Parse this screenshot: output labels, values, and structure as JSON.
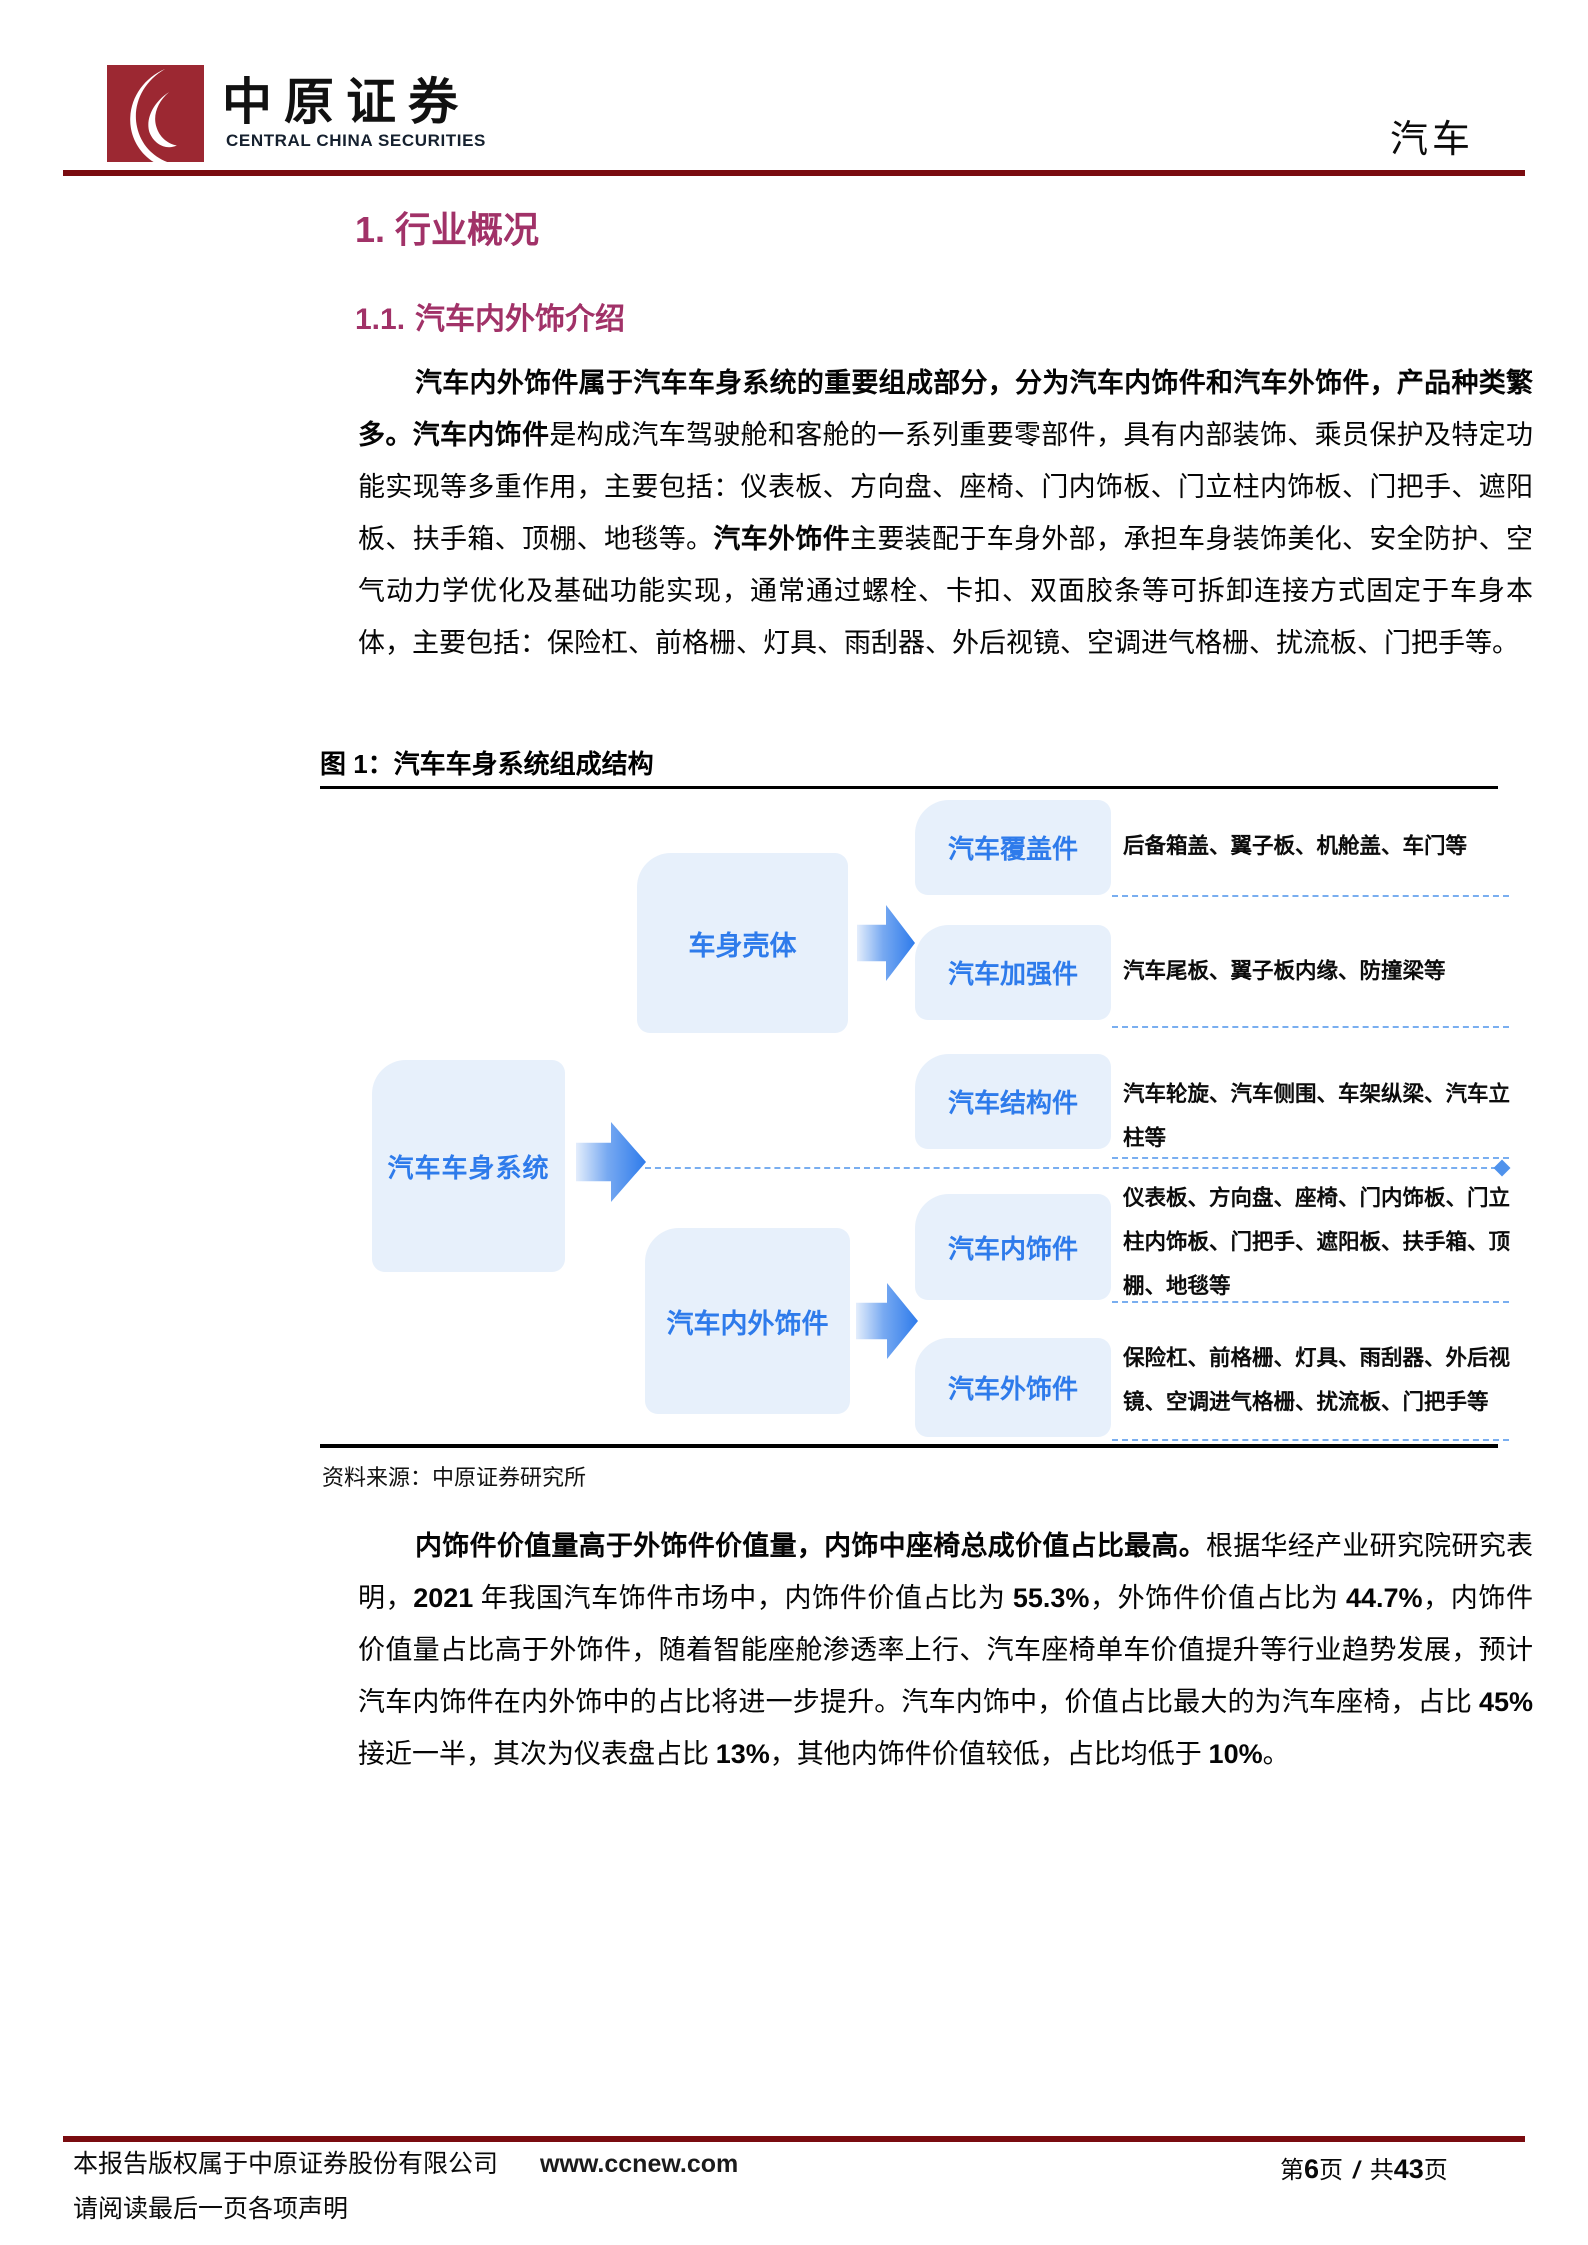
{
  "header": {
    "brand_cn": "中原证券",
    "brand_en": "CENTRAL CHINA SECURITIES",
    "sector": "汽车",
    "logo_color": "#9c2832",
    "rule_color": "#7a0c10"
  },
  "headings": {
    "h1_num": "1.",
    "h1_text": "行业概况",
    "h2_num": "1.1.",
    "h2_text": "汽车内外饰介绍",
    "accent_color": "#a13268"
  },
  "para1": {
    "s1_bold": "汽车内外饰件属于汽车车身系统的重要组成部分，分为汽车内饰件和汽车外饰件，产品种类繁多。",
    "s2_bold": "汽车内饰件",
    "s3": "是构成汽车驾驶舱和客舱的一系列重要零部件，具有内部装饰、乘员保护及特定功能实现等多重作用，主要包括：仪表板、方向盘、座椅、门内饰板、门立柱内饰板、门把手、遮阳板、扶手箱、顶棚、地毯等。",
    "s4_bold": "汽车外饰件",
    "s5": "主要装配于车身外部，承担车身装饰美化、安全防护、空气动力学优化及基础功能实现，通常通过螺栓、卡扣、双面胶条等可拆卸连接方式固定于车身本体，主要包括：保险杠、前格栅、灯具、雨刮器、外后视镜、空调进气格栅、扰流板、门把手等。"
  },
  "figure": {
    "caption": "图 1：汽车车身系统组成结构",
    "source": "资料来源：中原证券研究所",
    "root": "汽车车身系统",
    "shell": "车身壳体",
    "trim": "汽车内外饰件",
    "box_bg": "#e7f0fb",
    "box_text_color": "#2e7beb",
    "rows": [
      {
        "label": "汽车覆盖件",
        "desc": "后备箱盖、翼子板、机舱盖、车门等"
      },
      {
        "label": "汽车加强件",
        "desc": "汽车尾板、翼子板内缘、防撞梁等"
      },
      {
        "label": "汽车结构件",
        "desc": "汽车轮旋、汽车侧围、车架纵梁、汽车立柱等"
      },
      {
        "label": "汽车内饰件",
        "desc": "仪表板、方向盘、座椅、门内饰板、门立柱内饰板、门把手、遮阳板、扶手箱、顶棚、地毯等"
      },
      {
        "label": "汽车外饰件",
        "desc": "保险杠、前格栅、灯具、雨刮器、外后视镜、空调进气格栅、扰流板、门把手等"
      }
    ]
  },
  "para2": {
    "s1_bold": "内饰件价值量高于外饰件价值量，内饰中座椅总成价值占比最高。",
    "s2": "根据华经产业研究院研究表明，",
    "n1": "2021",
    "s3": " 年我国汽车饰件市场中，内饰件价值占比为 ",
    "n2": "55.3%",
    "s4": "，外饰件价值占比为 ",
    "n3": "44.7%",
    "s5": "，内饰件价值量占比高于外饰件，随着智能座舱渗透率上行、汽车座椅单车价值提升等行业趋势发展，预计汽车内饰件在内外饰中的占比将进一步提升。汽车内饰中，价值占比最大的为汽车座椅，占比 ",
    "n4": "45%",
    "s6": "接近一半，其次为仪表盘占比 ",
    "n5": "13%",
    "s7": "，其他内饰件价值较低，占比均低于 ",
    "n6": "10%",
    "s8": "。"
  },
  "footer": {
    "copyright": "本报告版权属于中原证券股份有限公司",
    "url": "www.ccnew.com",
    "disclaimer": "请阅读最后一页各项声明",
    "page_prefix": "第",
    "page_num": "6",
    "page_suffix": "页",
    "page_sep": "/",
    "total_prefix": "共",
    "total_num": "43",
    "total_suffix": "页"
  }
}
